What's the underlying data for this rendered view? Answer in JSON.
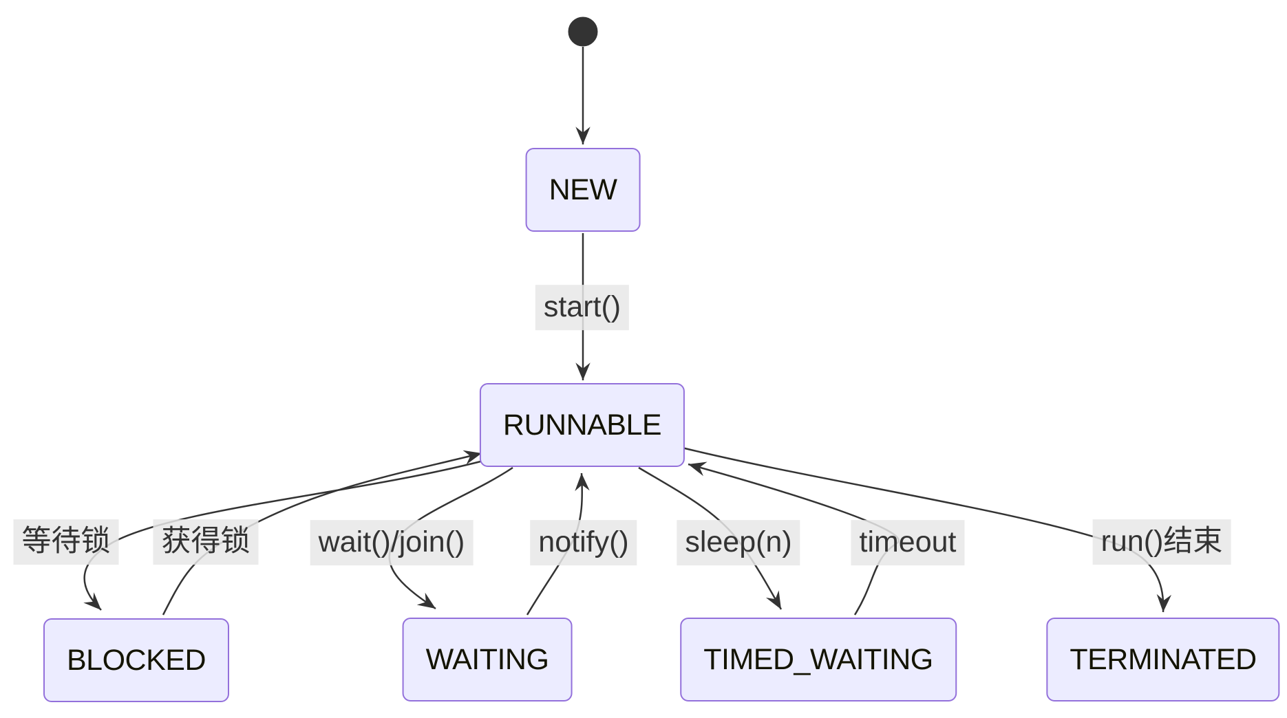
{
  "colors": {
    "node_fill": "#ECECFF",
    "node_border": "#9370DB",
    "node_text": "#131300",
    "edge": "#333333",
    "label_bg": "rgba(232,232,232,0.85)",
    "label_text": "#333333",
    "start_dot": "#333333",
    "background": "#ffffff"
  },
  "diagram": {
    "type": "state-diagram",
    "states": [
      {
        "id": "new",
        "label": "NEW"
      },
      {
        "id": "runnable",
        "label": "RUNNABLE"
      },
      {
        "id": "blocked",
        "label": "BLOCKED"
      },
      {
        "id": "waiting",
        "label": "WAITING"
      },
      {
        "id": "timed_waiting",
        "label": "TIMED_WAITING"
      },
      {
        "id": "terminated",
        "label": "TERMINATED"
      }
    ],
    "transitions": [
      {
        "from": "start",
        "to": "new",
        "label": ""
      },
      {
        "from": "new",
        "to": "runnable",
        "label": "start()"
      },
      {
        "from": "runnable",
        "to": "blocked",
        "label": "等待锁"
      },
      {
        "from": "blocked",
        "to": "runnable",
        "label": "获得锁"
      },
      {
        "from": "runnable",
        "to": "waiting",
        "label": "wait()/join()"
      },
      {
        "from": "waiting",
        "to": "runnable",
        "label": "notify()"
      },
      {
        "from": "runnable",
        "to": "timed_waiting",
        "label": "sleep(n)"
      },
      {
        "from": "timed_waiting",
        "to": "runnable",
        "label": "timeout"
      },
      {
        "from": "runnable",
        "to": "terminated",
        "label": "run()结束"
      }
    ]
  }
}
